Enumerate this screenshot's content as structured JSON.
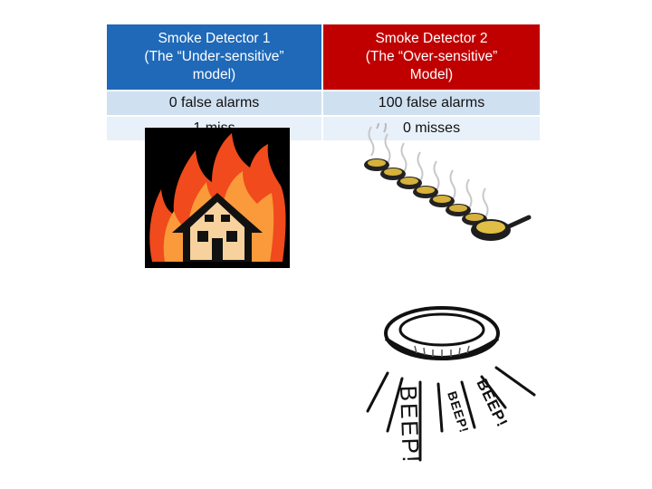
{
  "table": {
    "headers": [
      "Smoke Detector 1\n(The “Under-sensitive”\nmodel)",
      "Smoke Detector 2\n(The “Over-sensitive”\nModel)"
    ],
    "rows": [
      [
        "0 false alarms",
        "100 false alarms"
      ],
      [
        "1 miss",
        "0 misses"
      ]
    ]
  },
  "colors": {
    "header_left": "#1f69b8",
    "header_right": "#c00000",
    "row_odd": "#cfe0f1",
    "row_even": "#e8f0f9"
  },
  "illustrations": {
    "left": "house-on-fire-icon",
    "right_top": "frying-pans-icon",
    "right_bottom": "smoke-detector-beeping-icon"
  },
  "detector": {
    "beep_texts": [
      "BEEP!",
      "BEEP!",
      "BEEP!"
    ]
  }
}
